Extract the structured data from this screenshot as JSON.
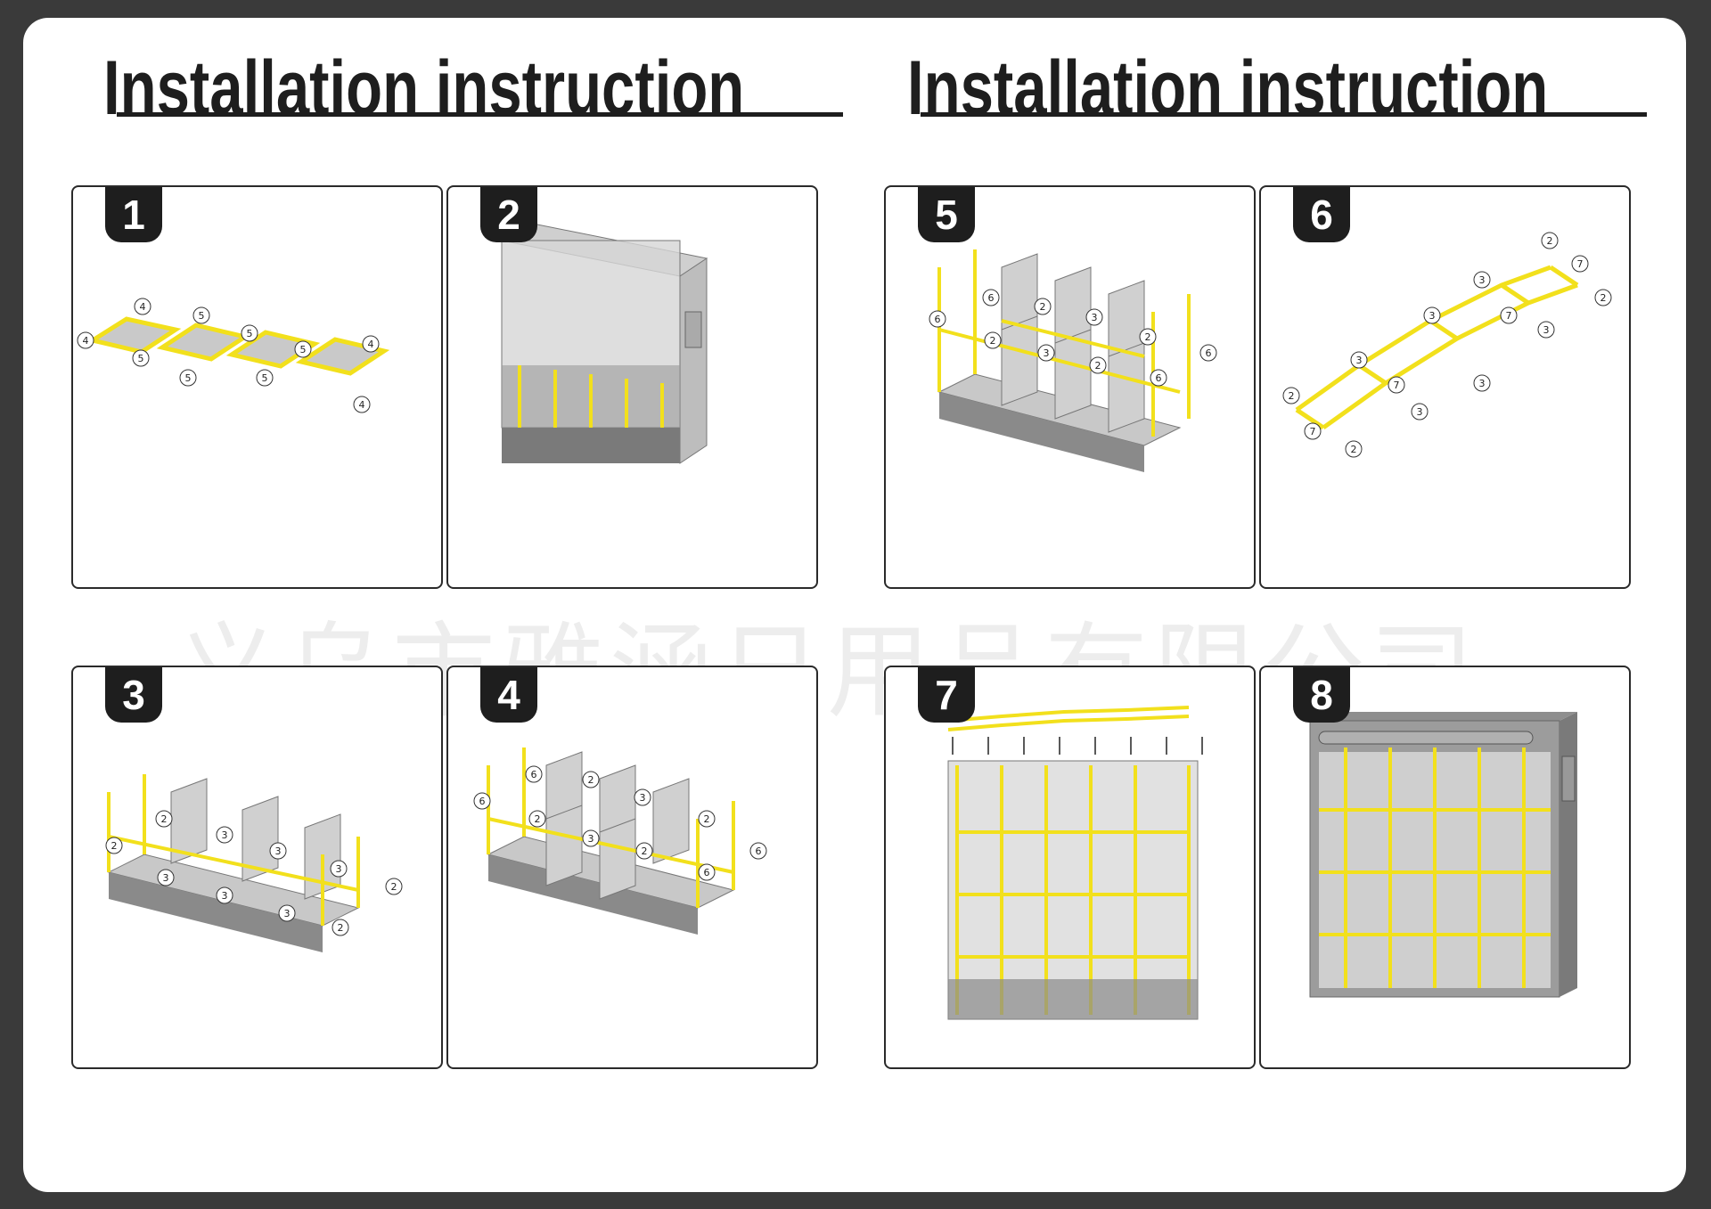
{
  "header": {
    "title_left": "Installation instruction",
    "title_right": "Installation instruction"
  },
  "watermark": "义乌市雅涵日用品有限公司",
  "steps": [
    {
      "number": "1"
    },
    {
      "number": "2"
    },
    {
      "number": "3"
    },
    {
      "number": "4"
    },
    {
      "number": "5"
    },
    {
      "number": "6"
    },
    {
      "number": "7"
    },
    {
      "number": "8"
    }
  ],
  "part_labels": {
    "two": "2",
    "three": "3",
    "four": "4",
    "five": "5",
    "six": "6",
    "seven": "7"
  },
  "colors": {
    "frame_yellow": "#f2e01c",
    "panel_gray": "#b8b8b8",
    "cover_gray": "#8c8c8c",
    "badge": "#1e1e1e"
  }
}
